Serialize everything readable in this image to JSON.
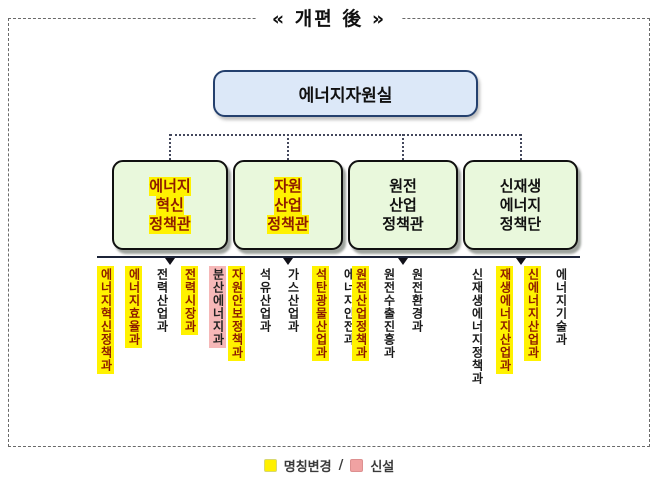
{
  "title": "« 개편 後 »",
  "root_box": {
    "label": "에너지자원실"
  },
  "legend": {
    "renamed_label": "명칭변경",
    "separator": "/",
    "new_label": "신설"
  },
  "colors": {
    "renamed_highlight": "#fff200",
    "renamed_text": "#8e1c00",
    "new_highlight": "#f6b8b8",
    "root_box_fill": "#dce8f8",
    "dept_box_fill": "#e9f8dc"
  },
  "departments": [
    {
      "title_lines": [
        "에너지",
        "혁신",
        "정책관"
      ],
      "title_status": "renamed",
      "divisions": [
        {
          "name": "에너지혁신정책과",
          "status": "renamed"
        },
        {
          "name": "에너지효율과",
          "status": "renamed"
        },
        {
          "name": "전력산업과",
          "status": "none"
        },
        {
          "name": "전력시장과",
          "status": "renamed"
        },
        {
          "name": "분산에너지과",
          "status": "new"
        }
      ]
    },
    {
      "title_lines": [
        "자원",
        "산업",
        "정책관"
      ],
      "title_status": "renamed",
      "divisions": [
        {
          "name": "자원안보정책과",
          "status": "renamed"
        },
        {
          "name": "석유산업과",
          "status": "none"
        },
        {
          "name": "가스산업과",
          "status": "none"
        },
        {
          "name": "석탄광물산업과",
          "status": "renamed"
        },
        {
          "name": "에너지안전과",
          "status": "none"
        }
      ]
    },
    {
      "title_lines": [
        "원전",
        "산업",
        "정책관"
      ],
      "title_status": "none",
      "divisions": [
        {
          "name": "원전산업정책과",
          "status": "renamed"
        },
        {
          "name": "원전수출진흥과",
          "status": "none"
        },
        {
          "name": "원전환경과",
          "status": "none"
        }
      ]
    },
    {
      "title_lines": [
        "신재생",
        "에너지",
        "정책단"
      ],
      "title_status": "none",
      "divisions": [
        {
          "name": "신재생에너지정책과",
          "status": "none"
        },
        {
          "name": "재생에너지산업과",
          "status": "renamed"
        },
        {
          "name": "신에너지산업과",
          "status": "renamed"
        },
        {
          "name": "에너지기술과",
          "status": "none"
        }
      ]
    }
  ]
}
